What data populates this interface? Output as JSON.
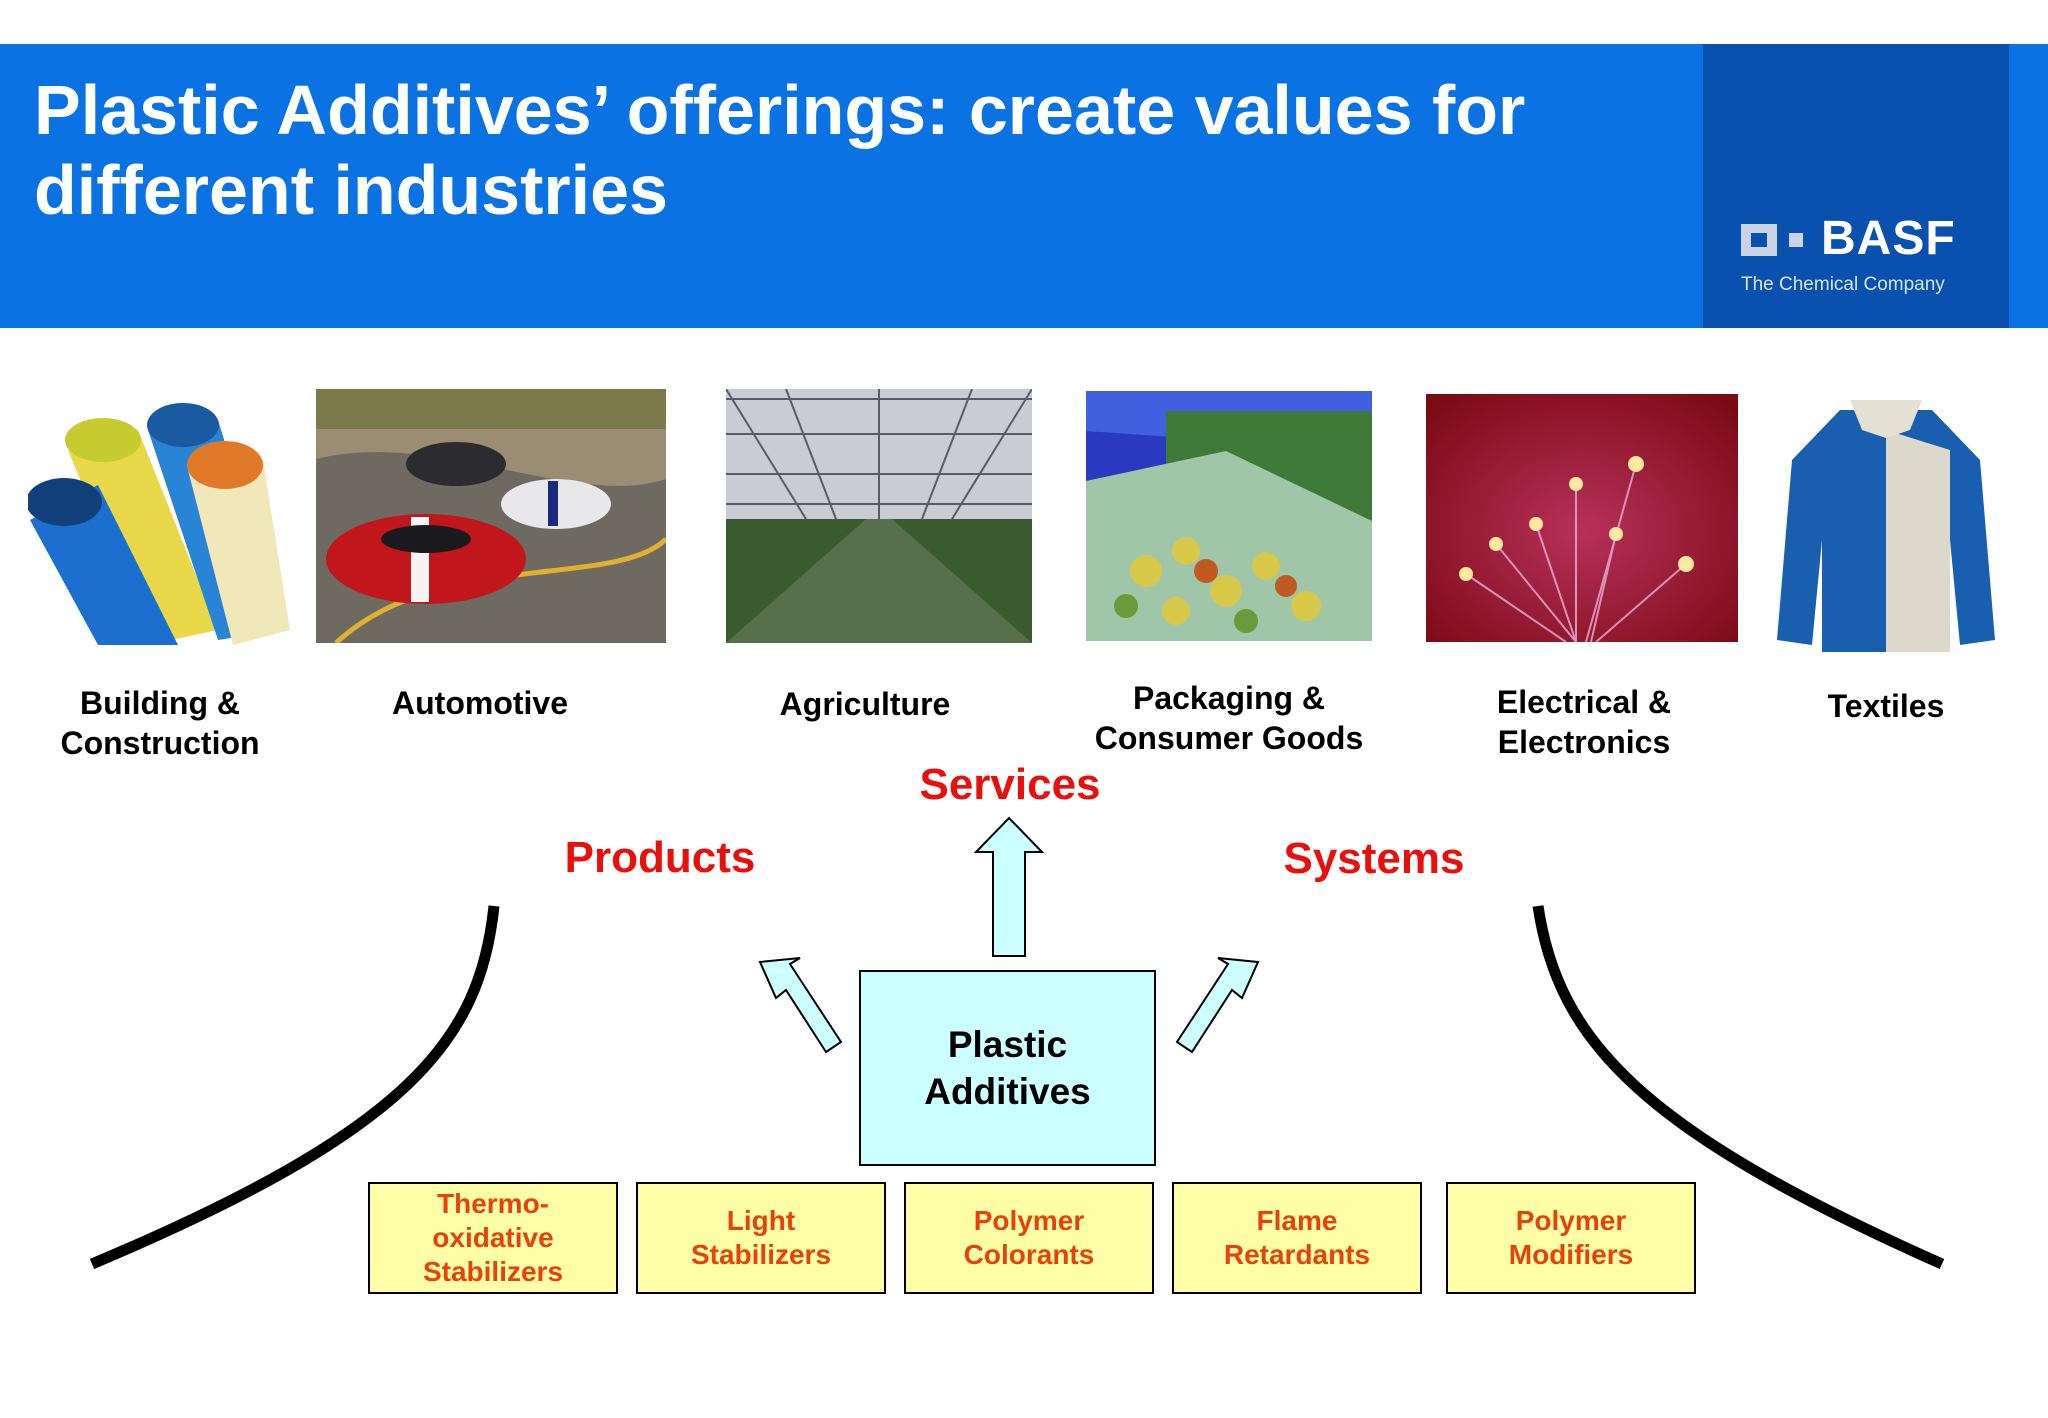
{
  "header": {
    "title": "Plastic Additives’ offerings: create values for different industries",
    "logo": {
      "name": "BASF",
      "tagline": "The Chemical Company"
    }
  },
  "industries": [
    {
      "label": "Building & Construction",
      "picture": "plastic-pipes"
    },
    {
      "label": "Automotive",
      "picture": "sports-cars"
    },
    {
      "label": "Agriculture",
      "picture": "greenhouse"
    },
    {
      "label": "Packaging & Consumer Goods",
      "picture": "pasta-packaging"
    },
    {
      "label": "Electrical & Electronics",
      "picture": "fiber-optics"
    },
    {
      "label": "Textiles",
      "picture": "jacket"
    }
  ],
  "offerings": {
    "services": "Services",
    "products": "Products",
    "systems": "Systems"
  },
  "core": "Plastic Additives",
  "categories": [
    "Thermo-oxidative Stabilizers",
    "Light Stabilizers",
    "Polymer Colorants",
    "Flame Retardants",
    "Polymer Modifiers"
  ],
  "colors": {
    "header": "#0A72E2",
    "logo_block": "#0A50AE",
    "offering_text": "#E8100C",
    "core_fill": "#CCFFFF",
    "category_fill": "#FFFFA8",
    "category_text": "#E8420C",
    "arrow_fill": "#CCFFFF"
  }
}
